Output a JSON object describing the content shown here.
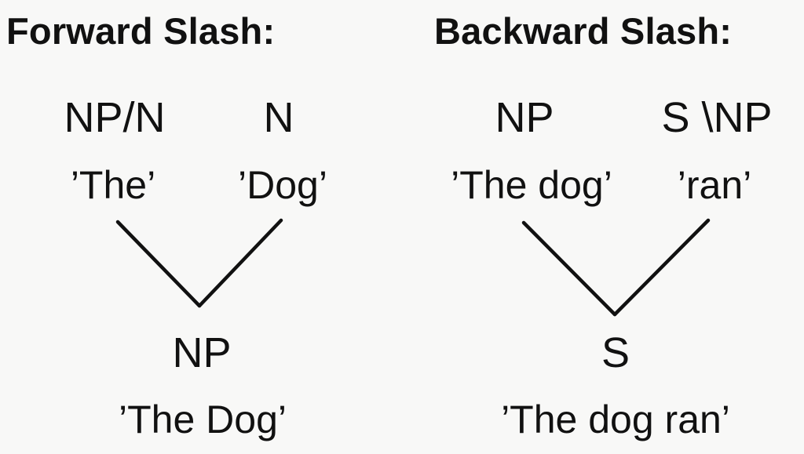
{
  "forward": {
    "heading": "Forward Slash:",
    "left_category": "NP/N",
    "left_word": "’The’",
    "right_category": "N",
    "right_word": "’Dog’",
    "result_category": "NP",
    "result_phrase": "’The Dog’"
  },
  "backward": {
    "heading": "Backward Slash:",
    "left_category": "NP",
    "left_word": "’The dog’",
    "right_category": "S \\NP",
    "right_word": "’ran’",
    "result_category": "S",
    "result_phrase": "’The dog ran’"
  },
  "colors": {
    "background": "#f8f8f7",
    "ink": "#111111"
  }
}
